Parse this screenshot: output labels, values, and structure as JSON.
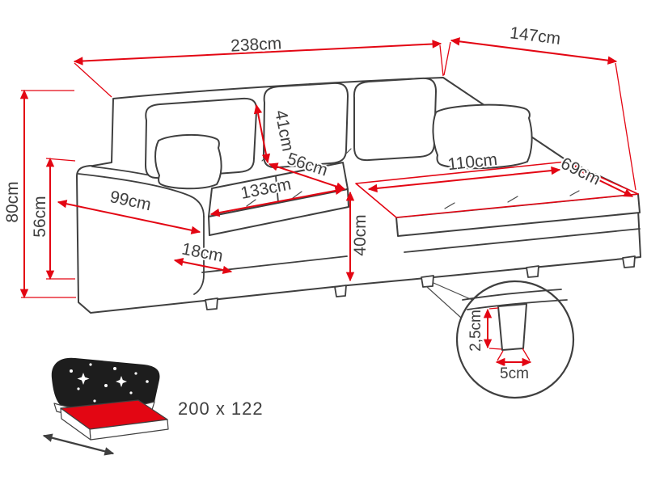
{
  "diagram": {
    "labels": {
      "total_width": "238cm",
      "total_depth": "147cm",
      "total_height": "80cm",
      "armrest_height": "56cm",
      "back_cushion_height": "41cm",
      "seat_depth": "56cm",
      "seat_width": "133cm",
      "chaise_length": "110cm",
      "chaise_width": "69cm",
      "armrest_length": "99cm",
      "seat_height": "40cm",
      "armrest_width": "18cm"
    },
    "leg_detail": {
      "inset": "2,5cm",
      "size": "5cm"
    },
    "sleeping_area": "200 x 122",
    "colors": {
      "dimension_red": "#e30613",
      "outline_dark": "#3f3f3f"
    }
  }
}
